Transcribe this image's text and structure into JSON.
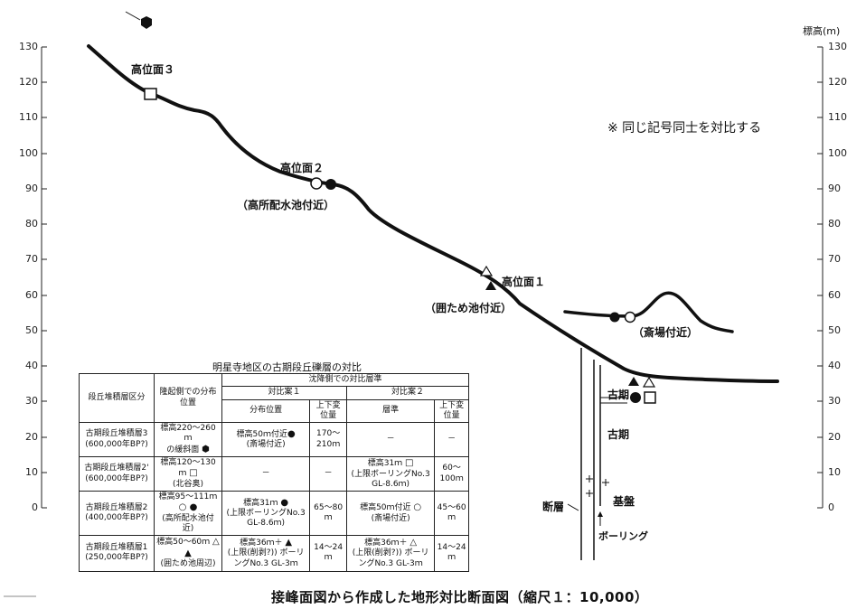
{
  "axis": {
    "right_title": "標高(m)",
    "left_ticks": [
      "130",
      "120",
      "110",
      "100",
      "90",
      "80",
      "70",
      "60",
      "50",
      "40",
      "30",
      "20",
      "10",
      "0"
    ],
    "right_ticks": [
      "130",
      "120",
      "110",
      "100",
      "90",
      "80",
      "70",
      "60",
      "50",
      "40",
      "30",
      "20",
      "10",
      "0"
    ]
  },
  "labels": {
    "kouiimen3": "高位面３",
    "kouiimen2": "高位面２",
    "kouiimen2_loc": "（高所配水池付近）",
    "kouiimen1": "高位面１",
    "kouiimen1_loc": "（囲ため池付近）",
    "saijo_loc": "（斎場付近）",
    "koki_upper": "古期",
    "koki_lower": "古期",
    "kiban": "基盤",
    "dansou": "断層",
    "boring": "ボーリング",
    "note": "※ 同じ記号同士を対比する"
  },
  "table": {
    "title": "明星寺地区の古期段丘礫層の対比",
    "head": {
      "col1": "段丘堆積層区分",
      "col2": "隆起側での分布位置",
      "group": "沈降側での対比層準",
      "plan1": "対比案１",
      "plan2": "対比案２",
      "dist": "分布位置",
      "diff1": "上下変位量",
      "layer": "層準",
      "diff2": "上下変位量"
    },
    "rows": [
      {
        "name": "古期段丘堆積層3",
        "age": "(600,000年BP?)",
        "uplift": "標高220～260ｍ",
        "uplift2": "の緩斜面",
        "u_sym": "⬢",
        "p1": "標高50ｍ付近",
        "p1b": "(斎場付近)",
        "p1_sym": "●",
        "d1": "170～210ｍ",
        "p2": "－",
        "p2b": "",
        "p2_sym": "",
        "d2": "－"
      },
      {
        "name": "古期段丘堆積層2'",
        "age": "(600,000年BP?)",
        "uplift": "標高120～130ｍ",
        "uplift2": "(北谷奥)",
        "u_sym": "□",
        "p1": "－",
        "p1b": "",
        "p1_sym": "",
        "d1": "－",
        "p2": "標高31ｍ",
        "p2b": "(上限ボーリングNo.3 GL-8.6ｍ)",
        "p2_sym": "□",
        "d2": "60～100ｍ"
      },
      {
        "name": "古期段丘堆積層2",
        "age": "(400,000年BP?)",
        "uplift": "標高95～111ｍ",
        "uplift2": "(高所配水池付近)",
        "u_sym": "○ ●",
        "p1": "標高31ｍ",
        "p1b": "(上限ボーリングNo.3 GL-8.6ｍ)",
        "p1_sym": "●",
        "d1": "65～80ｍ",
        "p2": "標高50ｍ付近",
        "p2b": "(斎場付近)",
        "p2_sym": "○",
        "d2": "45～60ｍ"
      },
      {
        "name": "古期段丘堆積層1",
        "age": "(250,000年BP?)",
        "uplift": "標高50～60ｍ",
        "uplift2": "(囲ため池周辺)",
        "u_sym": "△ ▲",
        "p1": "標高36ｍ＋",
        "p1b": "(上限(削剥?)) ボーリングNo.3 GL-3ｍ",
        "p1_sym": "▲",
        "d1": "14～24ｍ",
        "p2": "標高36ｍ＋",
        "p2b": "(上限(削剥?)) ボーリングNo.3 GL-3ｍ",
        "p2_sym": "△",
        "d2": "14～24ｍ"
      }
    ]
  },
  "caption": "接峰面図から作成した地形対比断面図（縮尺１：10,000）"
}
